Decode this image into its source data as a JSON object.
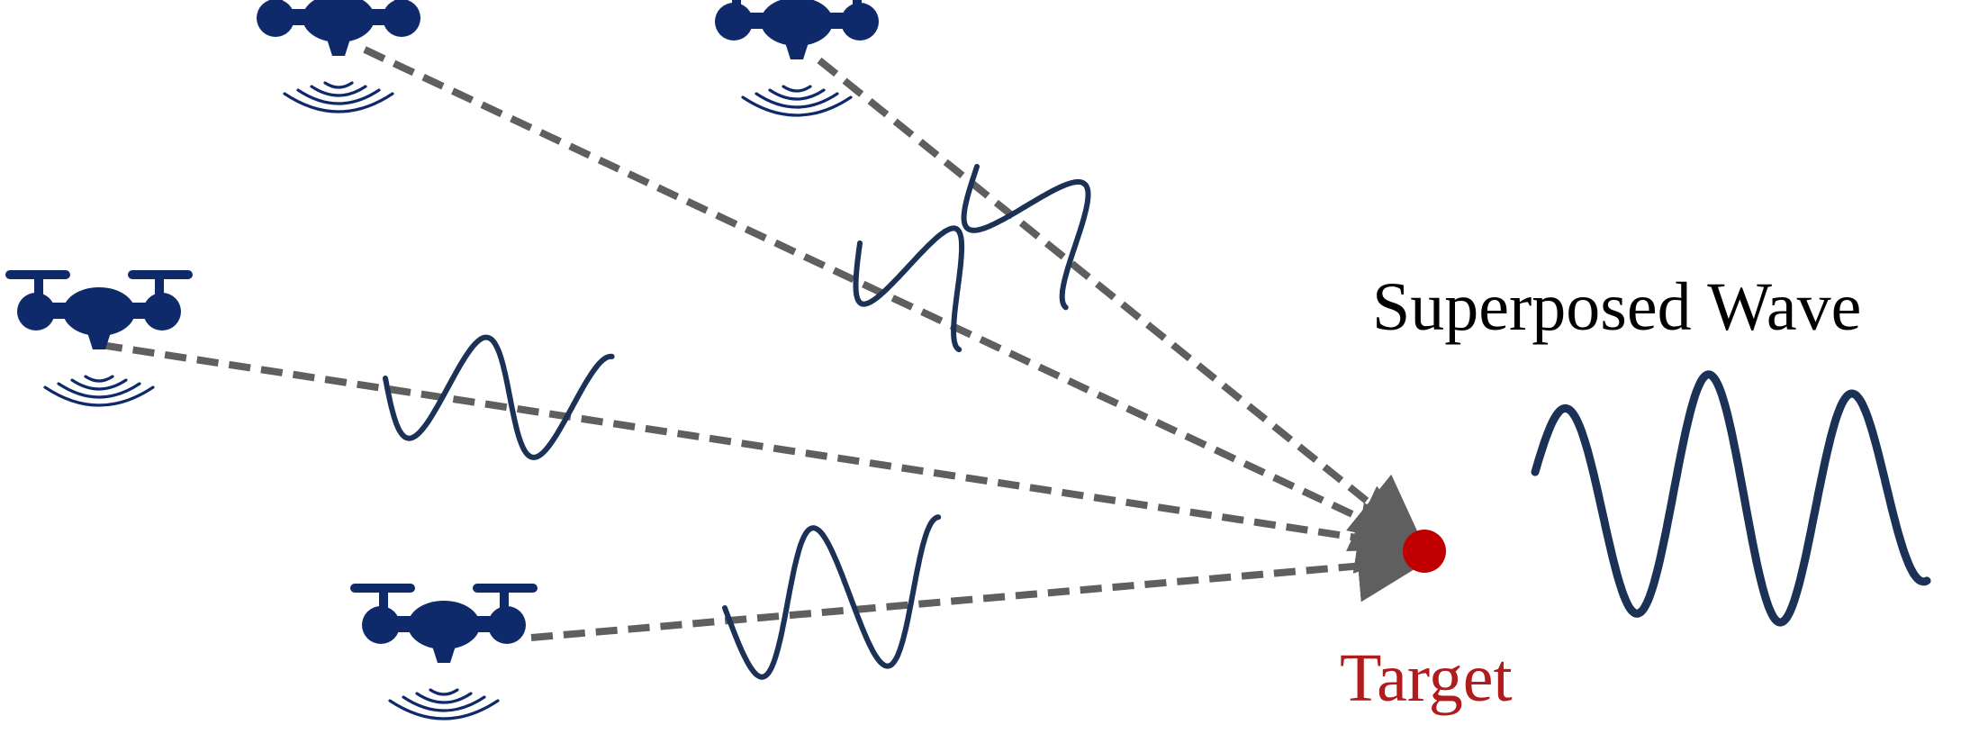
{
  "labels": {
    "superposed_wave": "Superposed Wave",
    "target": "Target"
  },
  "colors": {
    "drone": "#0f2a6b",
    "wave": "#1c3156",
    "beam": "#5f5f5f",
    "target": "#c00000",
    "target_text": "#b01c1c"
  },
  "icons": {
    "drone": "drone-icon",
    "signal": "signal-waves-icon",
    "target": "target-dot"
  },
  "drones": [
    {
      "name": "drone-top-left"
    },
    {
      "name": "drone-top-center"
    },
    {
      "name": "drone-middle-left"
    },
    {
      "name": "drone-bottom"
    }
  ]
}
